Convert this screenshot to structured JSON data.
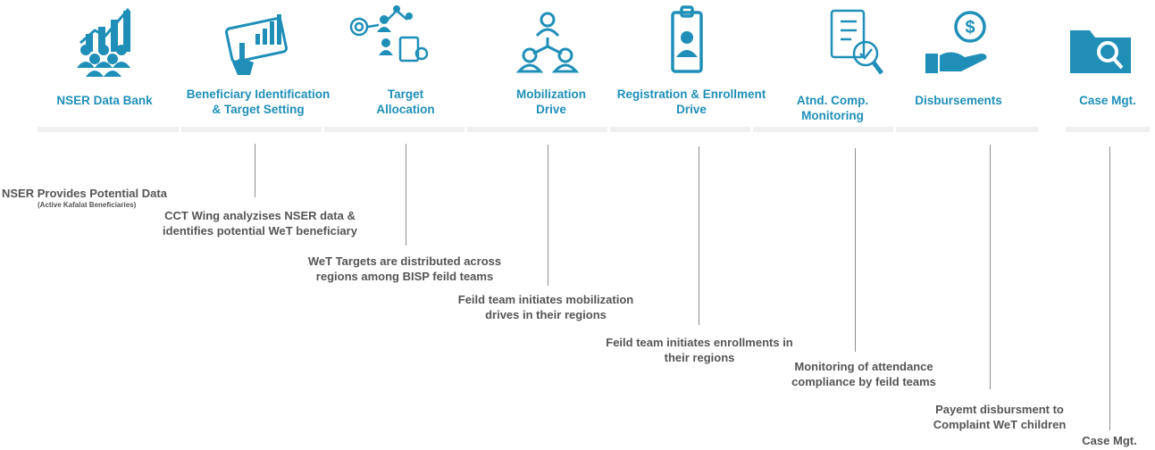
{
  "colors": {
    "accent": "#1f8fb8",
    "text": "#555555",
    "line": "#8f8f8f",
    "bar": "#f0f0f0"
  },
  "stages": [
    {
      "icon": "data-bank-people-chart-icon",
      "title": "NSER Data Bank"
    },
    {
      "icon": "touch-screen-chart-icon",
      "title": "Beneficiary Identification\n& Target Setting"
    },
    {
      "icon": "target-network-icon",
      "title": "Target\nAllocation"
    },
    {
      "icon": "people-hierarchy-icon",
      "title": "Mobilization\nDrive"
    },
    {
      "icon": "id-badge-icon",
      "title": "Registration & Enrollment\nDrive"
    },
    {
      "icon": "checklist-magnifier-icon",
      "title": "Atnd. Comp.\nMonitoring"
    },
    {
      "icon": "hand-coin-icon",
      "title": "Disbursements"
    },
    {
      "icon": "folder-search-icon",
      "title": "Case Mgt."
    }
  ],
  "descriptions": [
    {
      "text": "NSER Provides Potential Data",
      "sub": "(Active Kafalat Beneficiaries)"
    },
    {
      "text": "CCT Wing analyzises NSER data &\nidentifies potential WeT beneficiary"
    },
    {
      "text": "WeT Targets are distributed across\nregions among BISP feild teams"
    },
    {
      "text": "Feild team initiates mobilization\ndrives in their regions"
    },
    {
      "text": "Feild team initiates enrollments in\ntheir regions"
    },
    {
      "text": "Monitoring of attendance\ncompliance by feild teams"
    },
    {
      "text": "Payemt disbursment to\nComplaint WeT children"
    },
    {
      "text": "Case Mgt."
    }
  ]
}
